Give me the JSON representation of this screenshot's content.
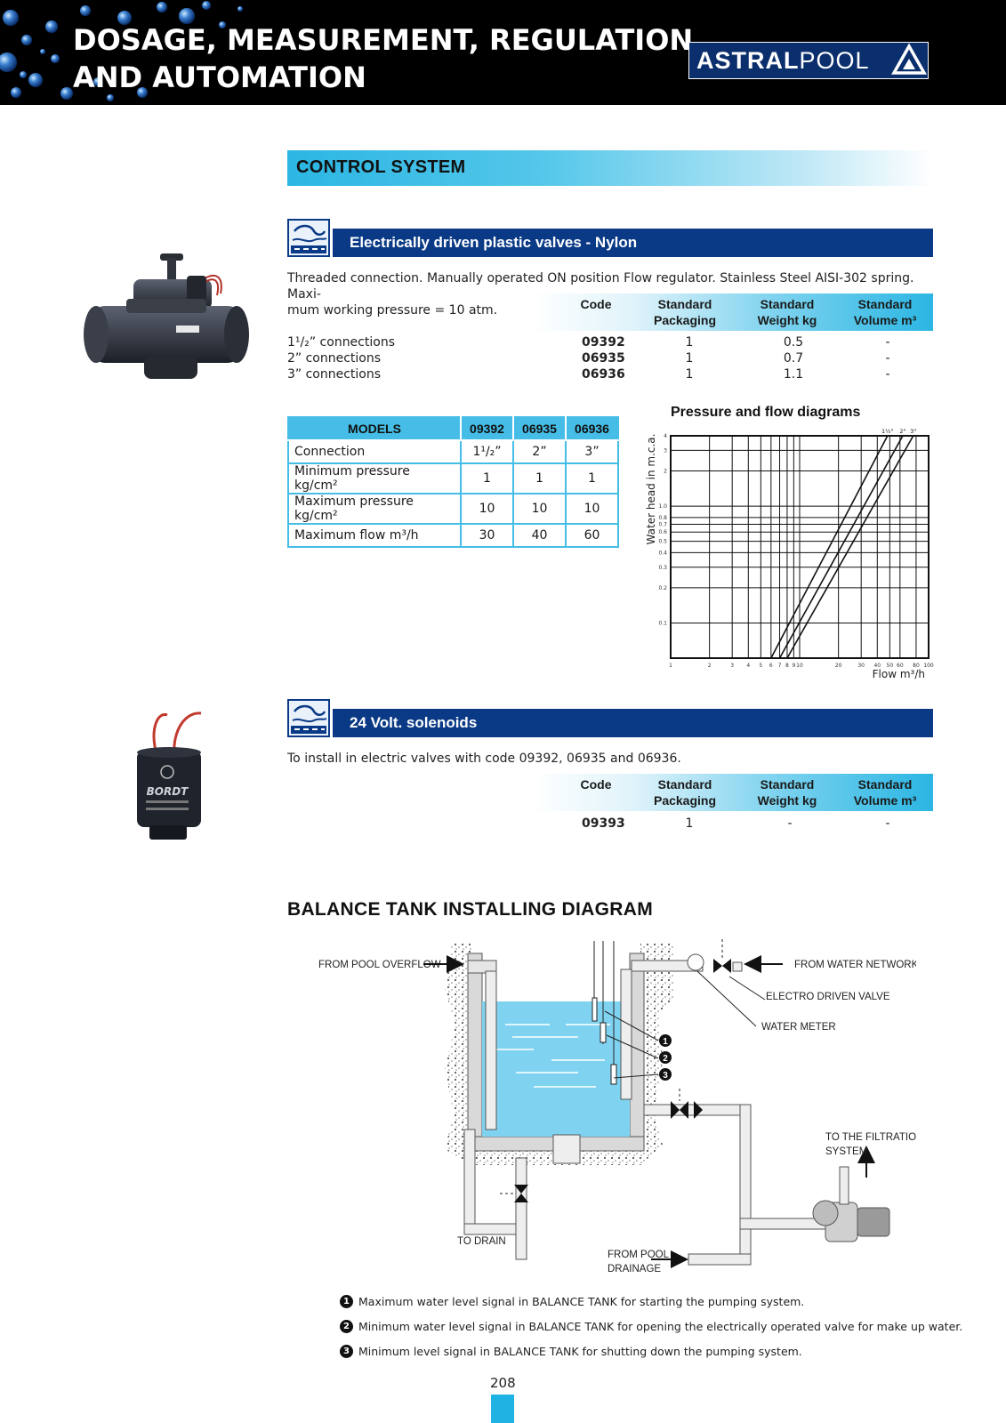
{
  "header": {
    "title_line1": "DOSAGE, MEASUREMENT, REGULATION",
    "title_line2": "AND AUTOMATION",
    "logo_bold": "ASTRAL",
    "logo_light": "POOL"
  },
  "section": {
    "title": "CONTROL SYSTEM"
  },
  "valves": {
    "heading": "Electrically driven plastic valves - Nylon",
    "description": "Threaded connection. Manually operated ON position Flow regulator. Stainless Steel AISI-302 spring. Maxi-",
    "description2": "mum working pressure = 10 atm.",
    "columns": [
      "Code",
      "Standard",
      "Packaging",
      "Standard",
      "Weight kg",
      "Standard",
      "Volume m³"
    ],
    "rows": [
      {
        "name": "1¹/₂” connections",
        "code": "09392",
        "packaging": "1",
        "weight": "0.5",
        "volume": "-"
      },
      {
        "name": "2” connections",
        "code": "06935",
        "packaging": "1",
        "weight": "0.7",
        "volume": "-"
      },
      {
        "name": "3” connections",
        "code": "06936",
        "packaging": "1",
        "weight": "1.1",
        "volume": "-"
      }
    ]
  },
  "models_table": {
    "headers": [
      "MODELS",
      "09392",
      "06935",
      "06936"
    ],
    "rows": [
      {
        "label": "Connection",
        "values": [
          "1¹/₂”",
          "2”",
          "3”"
        ]
      },
      {
        "label": "Minimum pressure kg/cm²",
        "values": [
          "1",
          "1",
          "1"
        ]
      },
      {
        "label": "Maximum pressure kg/cm²",
        "values": [
          "10",
          "10",
          "10"
        ]
      },
      {
        "label": "Maximum flow m³/h",
        "values": [
          "30",
          "40",
          "60"
        ]
      }
    ]
  },
  "chart_data": {
    "type": "line",
    "title": "Pressure and flow diagrams",
    "xlabel": "Flow m³/h",
    "ylabel": "Water head in m.c.a.",
    "x_scale": "log",
    "y_scale": "log",
    "xlim": [
      1,
      100
    ],
    "ylim": [
      0.05,
      4
    ],
    "x_ticks": [
      "1",
      "2",
      "3",
      "4",
      "5",
      "6",
      "7",
      "8",
      "9",
      "10",
      "20",
      "30",
      "40",
      "50",
      "60",
      "80",
      "100"
    ],
    "y_ticks": [
      "0.1",
      "0.2",
      "0.3",
      "0.4",
      "0.5",
      "0.6",
      "0.7",
      "0.8",
      "1.0",
      "2",
      "3",
      "4"
    ],
    "grid": true,
    "series": [
      {
        "name": "1½\"",
        "x": [
          6.0,
          48.0
        ],
        "y": [
          0.05,
          4.0
        ]
      },
      {
        "name": "2\"",
        "x": [
          7.0,
          63.0
        ],
        "y": [
          0.05,
          4.0
        ]
      },
      {
        "name": "3\"",
        "x": [
          8.0,
          76.0
        ],
        "y": [
          0.05,
          4.0
        ]
      }
    ]
  },
  "solenoids": {
    "heading": "24 Volt. solenoids",
    "description": "To install in electric valves with code 09392, 06935 and 06936.",
    "rows": [
      {
        "code": "09393",
        "packaging": "1",
        "weight": "-",
        "volume": "-"
      }
    ]
  },
  "balance": {
    "title": "BALANCE TANK INSTALLING DIAGRAM",
    "labels": {
      "from_pool_overflow": "FROM POOL OVERFLOW",
      "from_water_network": "FROM WATER NETWORK",
      "electro_driven_valve": "ELECTRO DRIVEN VALVE",
      "water_meter": "WATER METER",
      "to_filtration_1": "TO THE FILTRATION",
      "to_filtration_2": "SYSTEM",
      "to_drain": "TO DRAIN",
      "from_pool_drainage_1": "FROM POOL",
      "from_pool_drainage_2": "DRAINAGE",
      "marker_1": "1",
      "marker_2": "2",
      "marker_3": "3"
    },
    "legend": [
      {
        "num": "1",
        "text": "Maximum water level signal in BALANCE TANK for starting the pumping system."
      },
      {
        "num": "2",
        "text": "Minimum water level signal in BALANCE TANK for opening the electrically operated valve for make up water."
      },
      {
        "num": "3",
        "text": "Minimum level signal in BALANCE TANK for shutting down the pumping system."
      }
    ]
  },
  "solenoid_brand": "BORDT",
  "page_number": "208",
  "colors": {
    "navy": "#0a3a85",
    "cyan": "#2bb6e3",
    "water": "#7fd3f0"
  }
}
